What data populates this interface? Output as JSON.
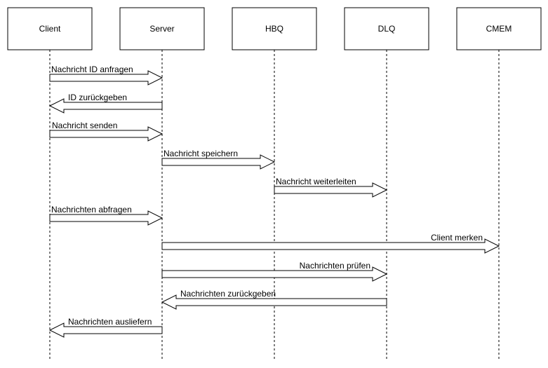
{
  "participants": [
    {
      "id": "client",
      "label": "Client"
    },
    {
      "id": "server",
      "label": "Server"
    },
    {
      "id": "hbq",
      "label": "HBQ"
    },
    {
      "id": "dlq",
      "label": "DLQ"
    },
    {
      "id": "cmem",
      "label": "CMEM"
    }
  ],
  "messages": [
    {
      "from": "client",
      "to": "server",
      "label": "Nachricht ID anfragen"
    },
    {
      "from": "server",
      "to": "client",
      "label": "ID zurückgeben"
    },
    {
      "from": "client",
      "to": "server",
      "label": "Nachricht senden"
    },
    {
      "from": "server",
      "to": "hbq",
      "label": "Nachricht speichern"
    },
    {
      "from": "hbq",
      "to": "dlq",
      "label": "Nachricht weiterleiten"
    },
    {
      "from": "client",
      "to": "server",
      "label": "Nachrichten abfragen"
    },
    {
      "from": "server",
      "to": "cmem",
      "label": "Client merken"
    },
    {
      "from": "server",
      "to": "dlq",
      "label": "Nachrichten prüfen"
    },
    {
      "from": "dlq",
      "to": "server",
      "label": "Nachrichten zurückgeben"
    },
    {
      "from": "server",
      "to": "client",
      "label": "Nachrichten ausliefern"
    }
  ]
}
